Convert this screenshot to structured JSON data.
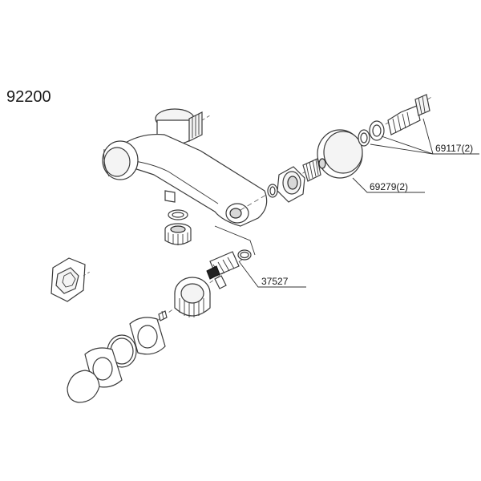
{
  "diagram": {
    "model_number": "92200",
    "callouts": [
      {
        "id": "c1",
        "text": "69117(2)"
      },
      {
        "id": "c2",
        "text": "69279(2)"
      },
      {
        "id": "c3",
        "text": "37527"
      }
    ]
  },
  "colors": {
    "line": "#3a3a3a",
    "background": "#ffffff",
    "text": "#1a1a1a"
  }
}
